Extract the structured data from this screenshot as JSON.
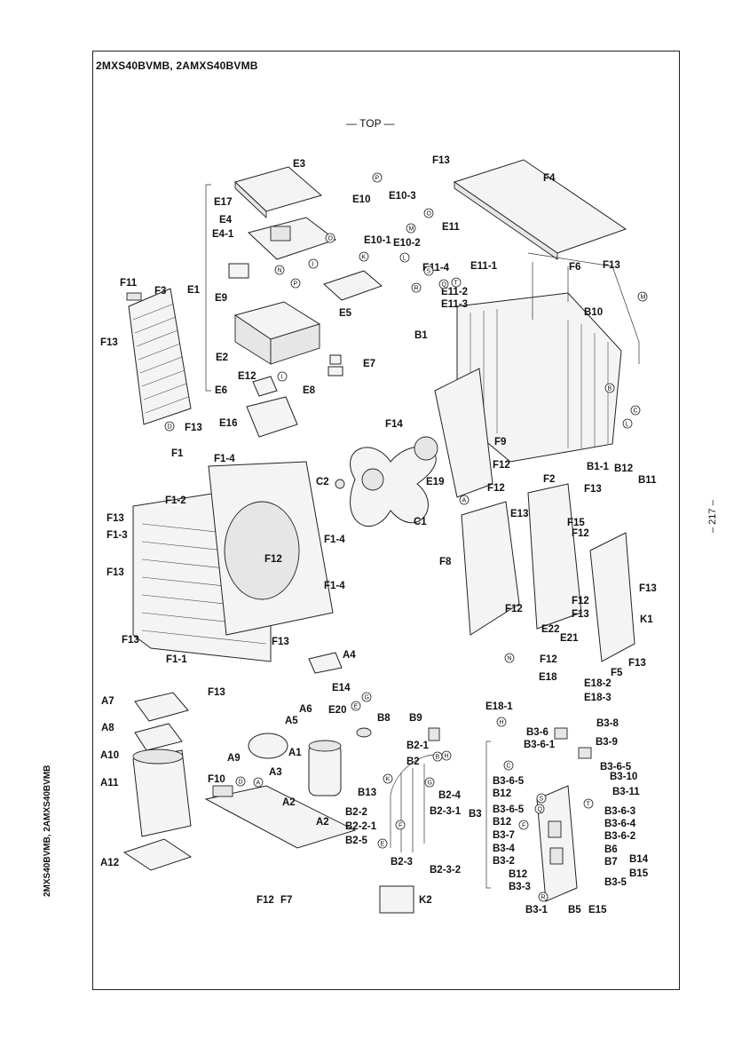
{
  "page": {
    "model_title": "2MXS40BVMB, 2AMXS40BVMB",
    "side_title": "2MXS40BVMB, 2AMXS40BVMB",
    "view_label": "— TOP —",
    "page_number": "– 217 –"
  },
  "part_labels": {
    "E3": "E3",
    "F13a": "F13",
    "F4": "F4",
    "E10": "E10",
    "E10_3": "E10-3",
    "E17": "E17",
    "E4": "E4",
    "E4_1": "E4-1",
    "E11": "E11",
    "E10_1": "E10-1",
    "E10_2": "E10-2",
    "E11_4": "E11-4",
    "E11_1": "E11-1",
    "F13b": "F13",
    "F11": "F11",
    "F3": "F3",
    "E1": "E1",
    "E9": "E9",
    "E5": "E5",
    "F6": "F6",
    "E11_2": "E11-2",
    "E11_3": "E11-3",
    "F13c": "F13",
    "B10": "B10",
    "B1": "B1",
    "E2": "E2",
    "E7": "E7",
    "E12": "E12",
    "E8": "E8",
    "E6": "E6",
    "F13d": "F13",
    "E16": "E16",
    "F14": "F14",
    "F9": "F9",
    "B1_1": "B1-1",
    "B12a": "B12",
    "B11": "B11",
    "F1": "F1",
    "F1_4a": "F1-4",
    "F12a": "F12",
    "C2": "C2",
    "E19": "E19",
    "F12b": "F12",
    "F2": "F2",
    "F13e": "F13",
    "F1_2": "F1-2",
    "F13f": "F13",
    "F1_3": "F1-3",
    "C1": "C1",
    "E13": "E13",
    "F15": "F15",
    "F1_4b": "F1-4",
    "F12c": "F12",
    "F12d": "F12",
    "F8": "F8",
    "F13g": "F13",
    "F1_4c": "F1-4",
    "F13h": "F13",
    "F12e": "F12",
    "F12f": "F12",
    "K1": "K1",
    "F13i": "F13",
    "F13j": "F13",
    "F13k": "F13",
    "E22": "E22",
    "E21": "E21",
    "F1_1": "F1-1",
    "F12g": "F12",
    "F5": "F5",
    "F13l": "F13",
    "A4": "A4",
    "F13m": "F13",
    "E18": "E18",
    "E18_2": "E18-2",
    "E14": "E14",
    "A7": "A7",
    "A6": "A6",
    "E20": "E20",
    "E18_1": "E18-1",
    "E18_3": "E18-3",
    "A5": "A5",
    "B8": "B8",
    "A8": "A8",
    "B9": "B9",
    "B3_8": "B3-8",
    "B3_6": "B3-6",
    "B3_6_1": "B3-6-1",
    "B2_1": "B2-1",
    "A1": "A1",
    "A10": "A10",
    "A9": "A9",
    "B2": "B2",
    "B3_9": "B3-9",
    "B3_6_5a": "B3-6-5",
    "A3": "A3",
    "F10": "F10",
    "B3_10": "B3-10",
    "B3_6_5b": "B3-6-5",
    "A11": "A11",
    "B13": "B13",
    "B2_4": "B2-4",
    "B12b": "B12",
    "B3_11": "B3-11",
    "A2a": "A2",
    "B2_3_1": "B2-3-1",
    "B2_2": "B2-2",
    "B3": "B3",
    "B3_6_5c": "B3-6-5",
    "B3_6_3": "B3-6-3",
    "A2b": "A2",
    "B12c": "B12",
    "B3_6_4": "B3-6-4",
    "B2_2_1": "B2-2-1",
    "B3_7": "B3-7",
    "B3_6_2": "B3-6-2",
    "B2_5": "B2-5",
    "B3_4": "B3-4",
    "B6": "B6",
    "B14": "B14",
    "A12": "A12",
    "B2_3": "B2-3",
    "B3_2": "B3-2",
    "B7": "B7",
    "B2_3_2": "B2-3-2",
    "B12d": "B12",
    "B15": "B15",
    "B3_3": "B3-3",
    "B3_5": "B3-5",
    "F12h": "F12",
    "F7": "F7",
    "K2": "K2",
    "B3_1": "B3-1",
    "B5": "B5",
    "E15": "E15"
  },
  "connector_marks": {
    "P1": "P",
    "M1": "M",
    "O1": "O",
    "O2": "O",
    "K1": "K",
    "L1": "L",
    "N1": "N",
    "I1": "I",
    "P2": "P",
    "S1": "S",
    "Q1": "Q",
    "T1": "T",
    "R1": "R",
    "I2": "I",
    "B1": "B",
    "C1": "C",
    "L2": "L",
    "D1": "D",
    "A1": "A",
    "M2": "M",
    "E1": "E",
    "G1": "G",
    "B2": "B",
    "H1": "H",
    "K2": "K",
    "G2": "G",
    "D2": "D",
    "A2": "A",
    "F1": "F",
    "E2": "E",
    "N2": "N",
    "H2": "H",
    "C2": "C",
    "S2": "S",
    "T2": "T",
    "Q2": "Q",
    "F2": "F",
    "R2": "R"
  }
}
